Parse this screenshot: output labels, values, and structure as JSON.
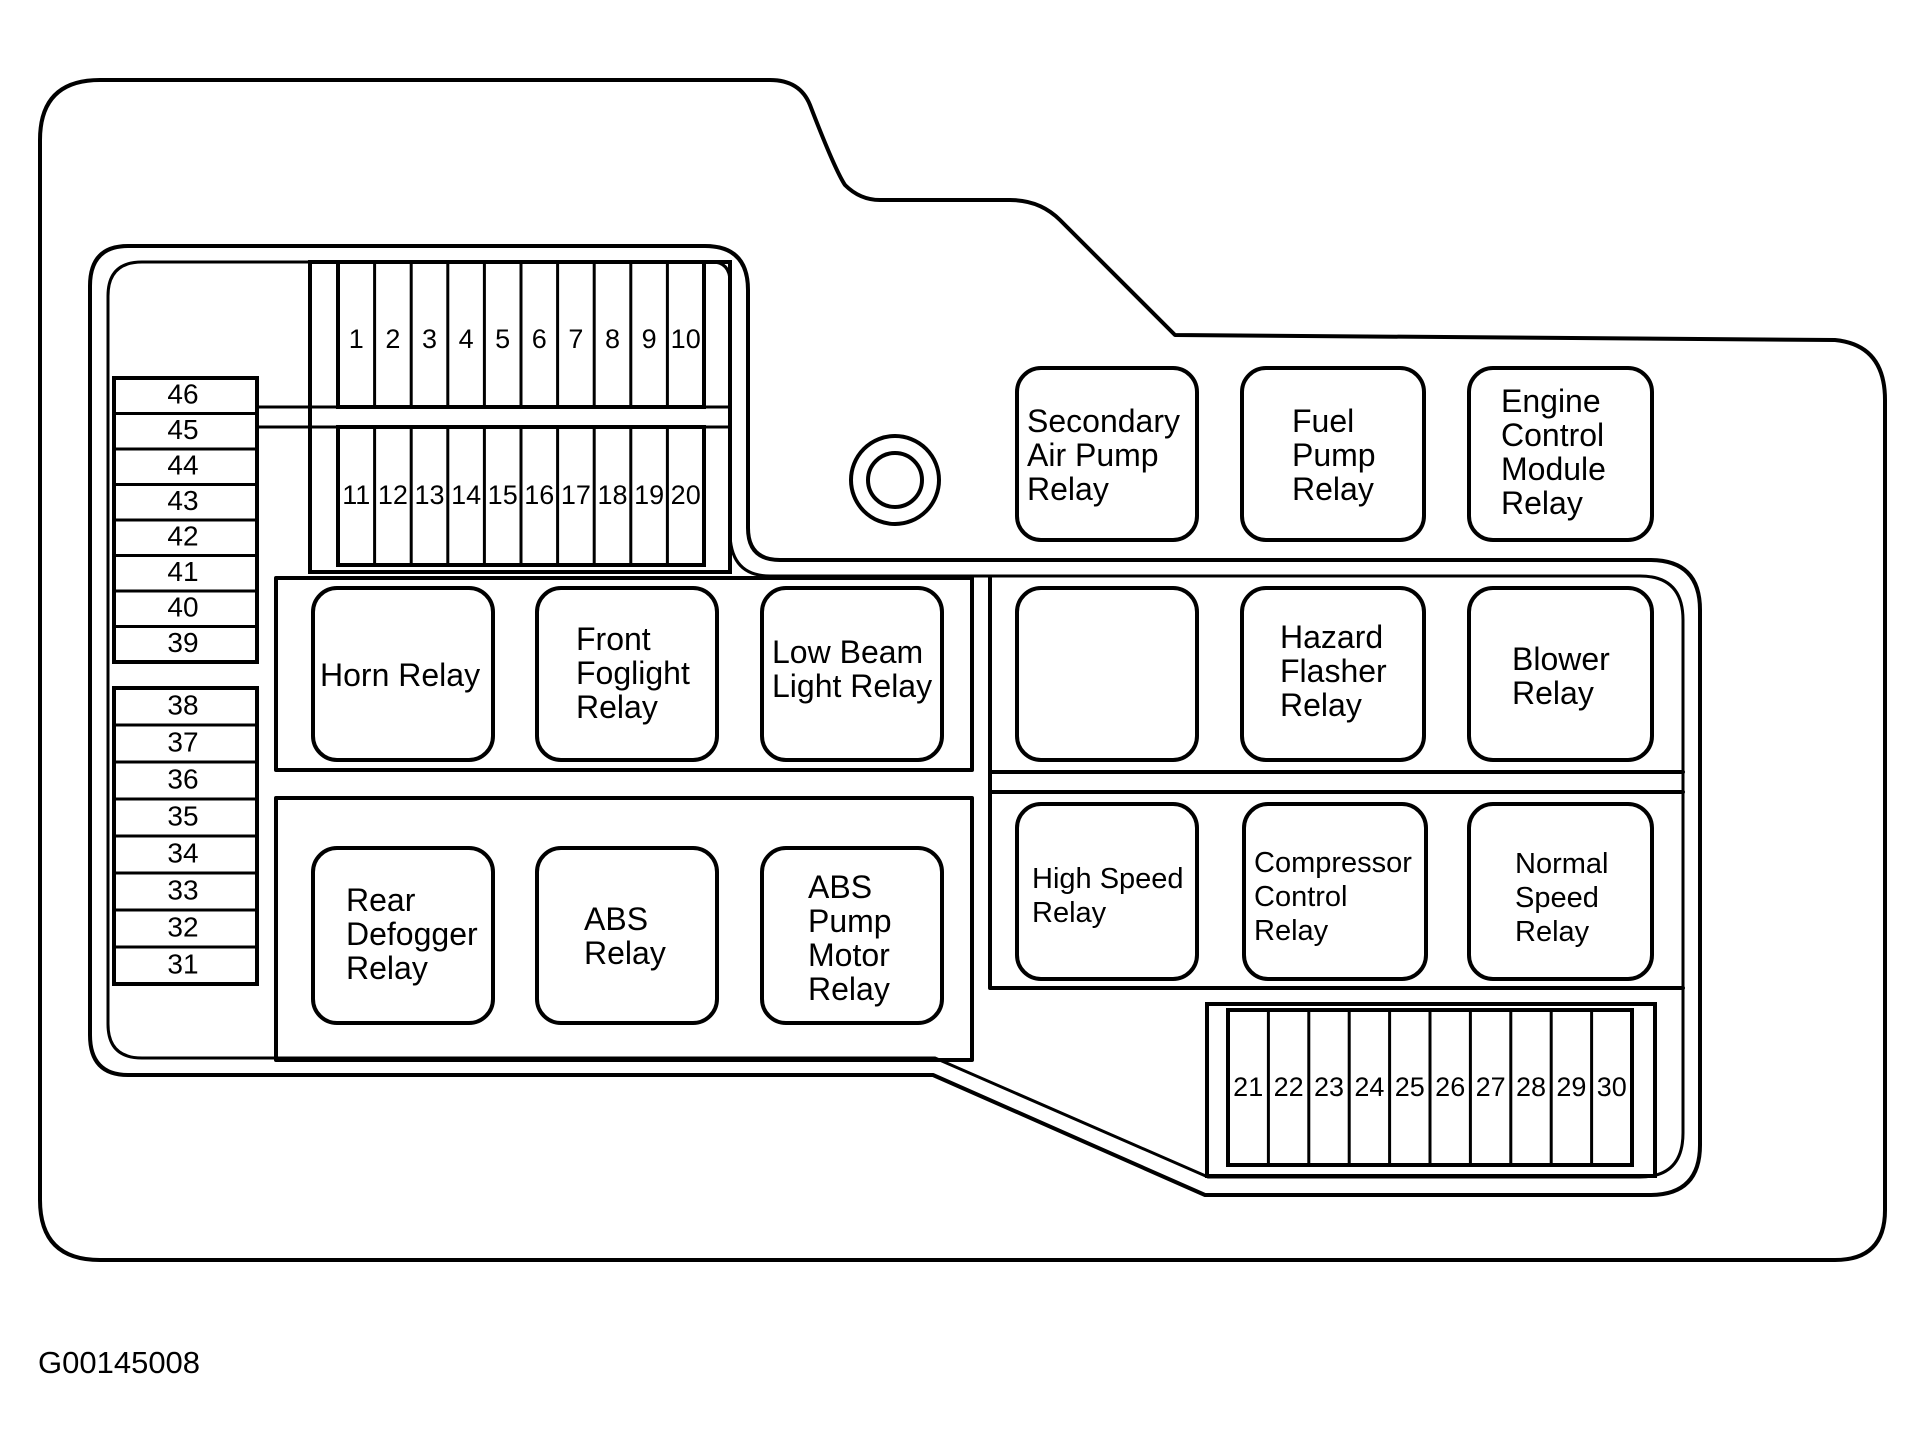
{
  "fuses_top": [
    "1",
    "2",
    "3",
    "4",
    "5",
    "6",
    "7",
    "8",
    "9",
    "10"
  ],
  "fuses_mid": [
    "11",
    "12",
    "13",
    "14",
    "15",
    "16",
    "17",
    "18",
    "19",
    "20"
  ],
  "fuses_bottom": [
    "21",
    "22",
    "23",
    "24",
    "25",
    "26",
    "27",
    "28",
    "29",
    "30"
  ],
  "fuses_left_upper": [
    "46",
    "45",
    "44",
    "43",
    "42",
    "41",
    "40",
    "39"
  ],
  "fuses_left_lower": [
    "38",
    "37",
    "36",
    "35",
    "34",
    "33",
    "32",
    "31"
  ],
  "relays": {
    "secondary_air_pump": [
      "Secondary",
      "Air Pump",
      "Relay"
    ],
    "fuel_pump": [
      "Fuel",
      "Pump",
      "Relay"
    ],
    "engine_control_module": [
      "Engine",
      "Control",
      "Module",
      "Relay"
    ],
    "horn": [
      "Horn Relay"
    ],
    "front_foglight": [
      "Front",
      "Foglight",
      "Relay"
    ],
    "low_beam_light": [
      "Low Beam",
      "Light Relay"
    ],
    "empty": [],
    "hazard_flasher": [
      "Hazard",
      "Flasher",
      "Relay"
    ],
    "blower": [
      "Blower",
      "Relay"
    ],
    "rear_defogger": [
      "Rear",
      "Defogger",
      "Relay"
    ],
    "abs": [
      "ABS",
      "Relay"
    ],
    "abs_pump_motor": [
      "ABS",
      "Pump",
      "Motor",
      "Relay"
    ],
    "high_speed": [
      "High Speed",
      "Relay"
    ],
    "compressor_control": [
      "Compressor",
      "Control",
      "Relay"
    ],
    "normal_speed": [
      "Normal",
      "Speed",
      "Relay"
    ]
  },
  "figure_code": "G00145008"
}
